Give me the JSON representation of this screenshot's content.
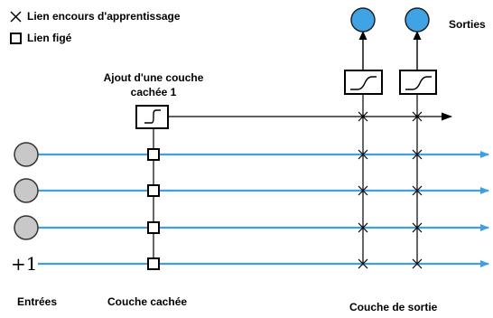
{
  "legend": {
    "training_link": "Lien encours d'apprentissage",
    "frozen_link": "Lien figé"
  },
  "labels": {
    "outputs": "Sorties",
    "add_hidden_line1": "Ajout d'une couche",
    "add_hidden_line2": "cachée 1",
    "inputs": "Entrées",
    "hidden_layer": "Couche cachée",
    "output_layer": "Couche de sortie",
    "bias": "+1"
  },
  "colors": {
    "input_line": "#3f9fe0",
    "output_node": "#3fa3e6",
    "input_node": "#c8c8c8",
    "stroke": "#000000"
  }
}
